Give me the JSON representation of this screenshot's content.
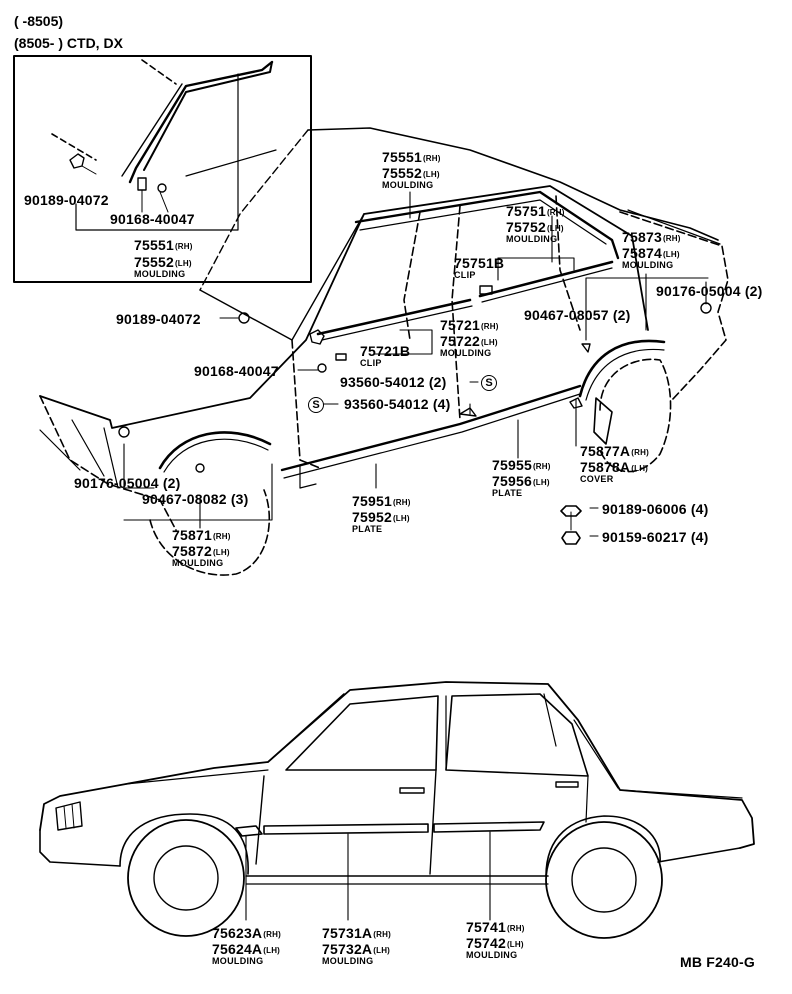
{
  "header": {
    "range_line1": "(        -8505)",
    "range_line2": "(8505-        ) CTD, DX"
  },
  "inset": {
    "clip_a": "90189-04072",
    "clip_b": "90168-40047",
    "moulding_rh": "75551",
    "moulding_lh": "75552",
    "moulding_caption": "MOULDING"
  },
  "main_callouts": {
    "roof_moulding_rh": "75551",
    "roof_moulding_lh": "75552",
    "roof_moulding_caption": "MOULDING",
    "window_moulding_rh": "75751",
    "window_moulding_lh": "75752",
    "window_moulding_caption": "MOULDING",
    "clip_b_part": "75751B",
    "clip_caption": "CLIP",
    "rear_wheel_moulding_rh": "75873",
    "rear_wheel_moulding_lh": "75874",
    "rear_wheel_moulding_caption": "MOULDING",
    "screw_rear": "90176-05004 (2)",
    "screw_90467_rear": "90467-08057 (2)",
    "clip_left": "90189-04072",
    "belt_moulding_rh": "75721",
    "belt_moulding_lh": "75722",
    "belt_moulding_caption": "MOULDING",
    "clip_721b": "75721B",
    "clip_721b_caption": "CLIP",
    "clip_40047": "90168-40047",
    "screw_93560_a": "93560-54012 (2)",
    "screw_93560_b": "93560-54012 (4)",
    "screw_front": "90176-05004 (2)",
    "screw_90467_front": "90467-08082 (3)",
    "front_wheel_moulding_rh": "75871",
    "front_wheel_moulding_lh": "75872",
    "front_wheel_moulding_caption": "MOULDING",
    "rocker_plate_rh": "75951",
    "rocker_plate_lh": "75952",
    "rocker_plate_caption": "PLATE",
    "rear_plate_rh": "75955",
    "rear_plate_lh": "75956",
    "rear_plate_caption": "PLATE",
    "cover_rh": "75877A",
    "cover_lh": "75878A",
    "cover_caption": "COVER",
    "nut_a": "90189-06006 (4)",
    "nut_b": "90159-60217 (4)"
  },
  "side_callouts": {
    "fender_moulding_rh": "75623A",
    "fender_moulding_lh": "75624A",
    "fender_moulding_caption": "MOULDING",
    "front_door_moulding_rh": "75731A",
    "front_door_moulding_lh": "75732A",
    "front_door_moulding_caption": "MOULDING",
    "rear_door_moulding_rh": "75741",
    "rear_door_moulding_lh": "75742",
    "rear_door_moulding_caption": "MOULDING"
  },
  "suffix": {
    "rh": "(RH)",
    "lh": "(LH)"
  },
  "s_mark": "S",
  "figure_code": "MB F240-G"
}
